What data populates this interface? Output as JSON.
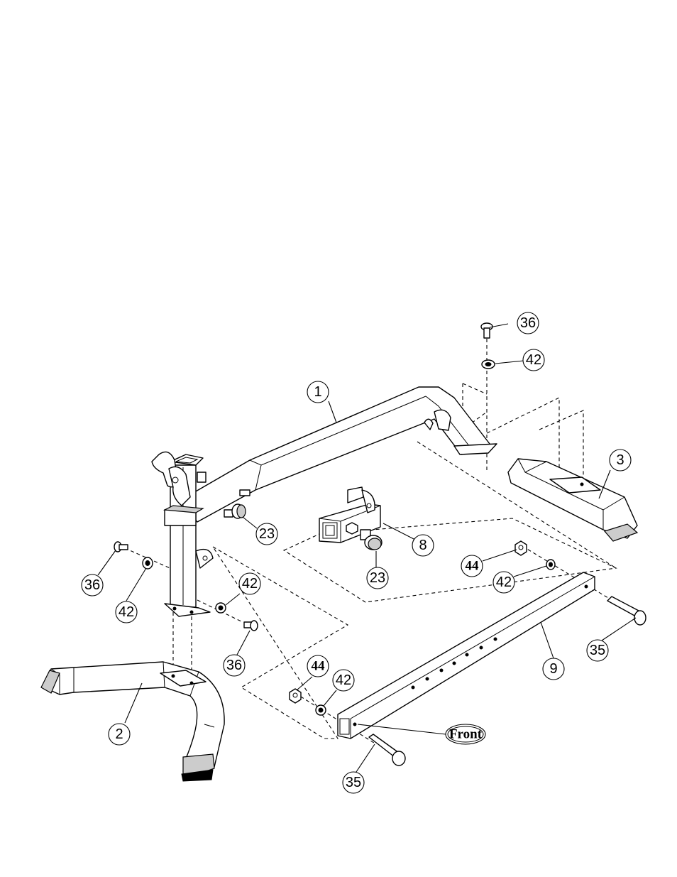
{
  "callouts": {
    "c1": "1",
    "c2": "2",
    "c3": "3",
    "c8": "8",
    "c9": "9",
    "c23a": "23",
    "c23b": "23",
    "c35a": "35",
    "c35b": "35",
    "c36a": "36",
    "c36b": "36",
    "c36c": "36",
    "c42a": "42",
    "c42b": "42",
    "c42c": "42",
    "c42d": "42",
    "c42e": "42",
    "c44a": "44",
    "c44b": "44"
  },
  "front_label": "Front"
}
